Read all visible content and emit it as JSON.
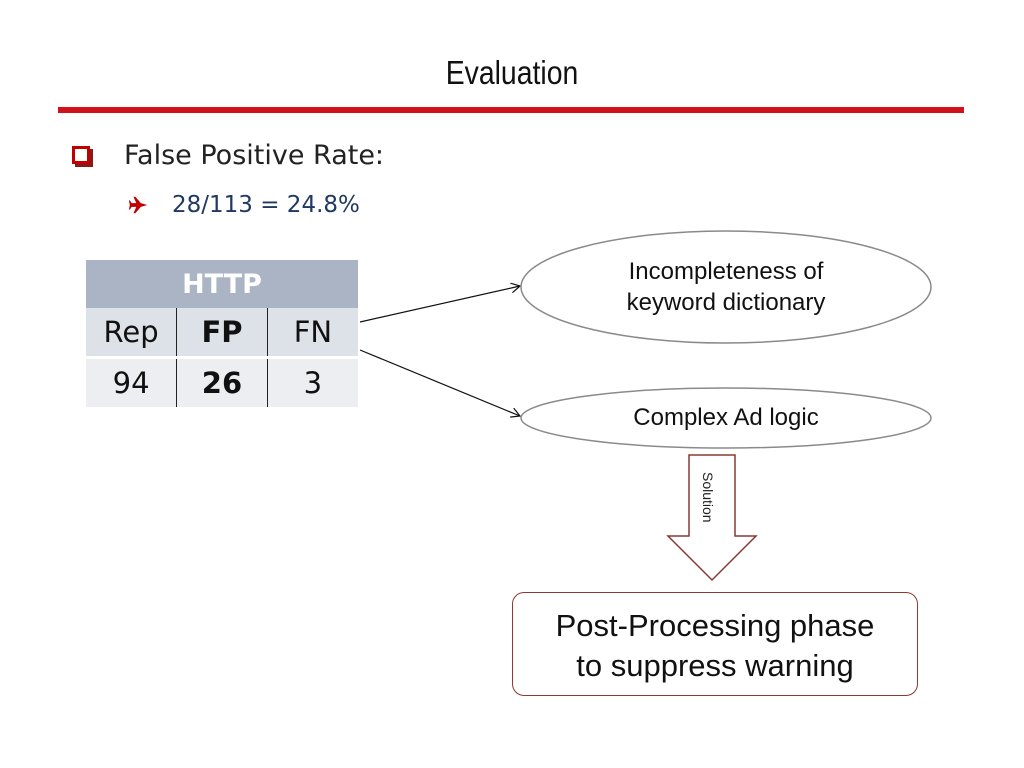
{
  "slide": {
    "title": "Evaluation"
  },
  "bullets": {
    "level1": {
      "icon": "checkbox-icon",
      "text": "False Positive Rate:"
    },
    "level2": {
      "icon": "airplane-icon",
      "text": "28/113 = 24.8%"
    }
  },
  "table": {
    "header": "HTTP",
    "columns": [
      "Rep",
      "FP",
      "FN"
    ],
    "values": [
      "94",
      "26",
      "3"
    ]
  },
  "diagram": {
    "ellipse_top": [
      "Incompleteness of",
      "keyword dictionary"
    ],
    "ellipse_bottom": "Complex Ad logic",
    "arrow_label": "Solution",
    "result_box": [
      "Post-Processing phase",
      "to suppress warning"
    ]
  },
  "colors": {
    "accent_red": "#d0121b",
    "table_header": "#aab4c4",
    "subbullet_text": "#1f3864",
    "arrow_outline": "#8a3a32"
  }
}
